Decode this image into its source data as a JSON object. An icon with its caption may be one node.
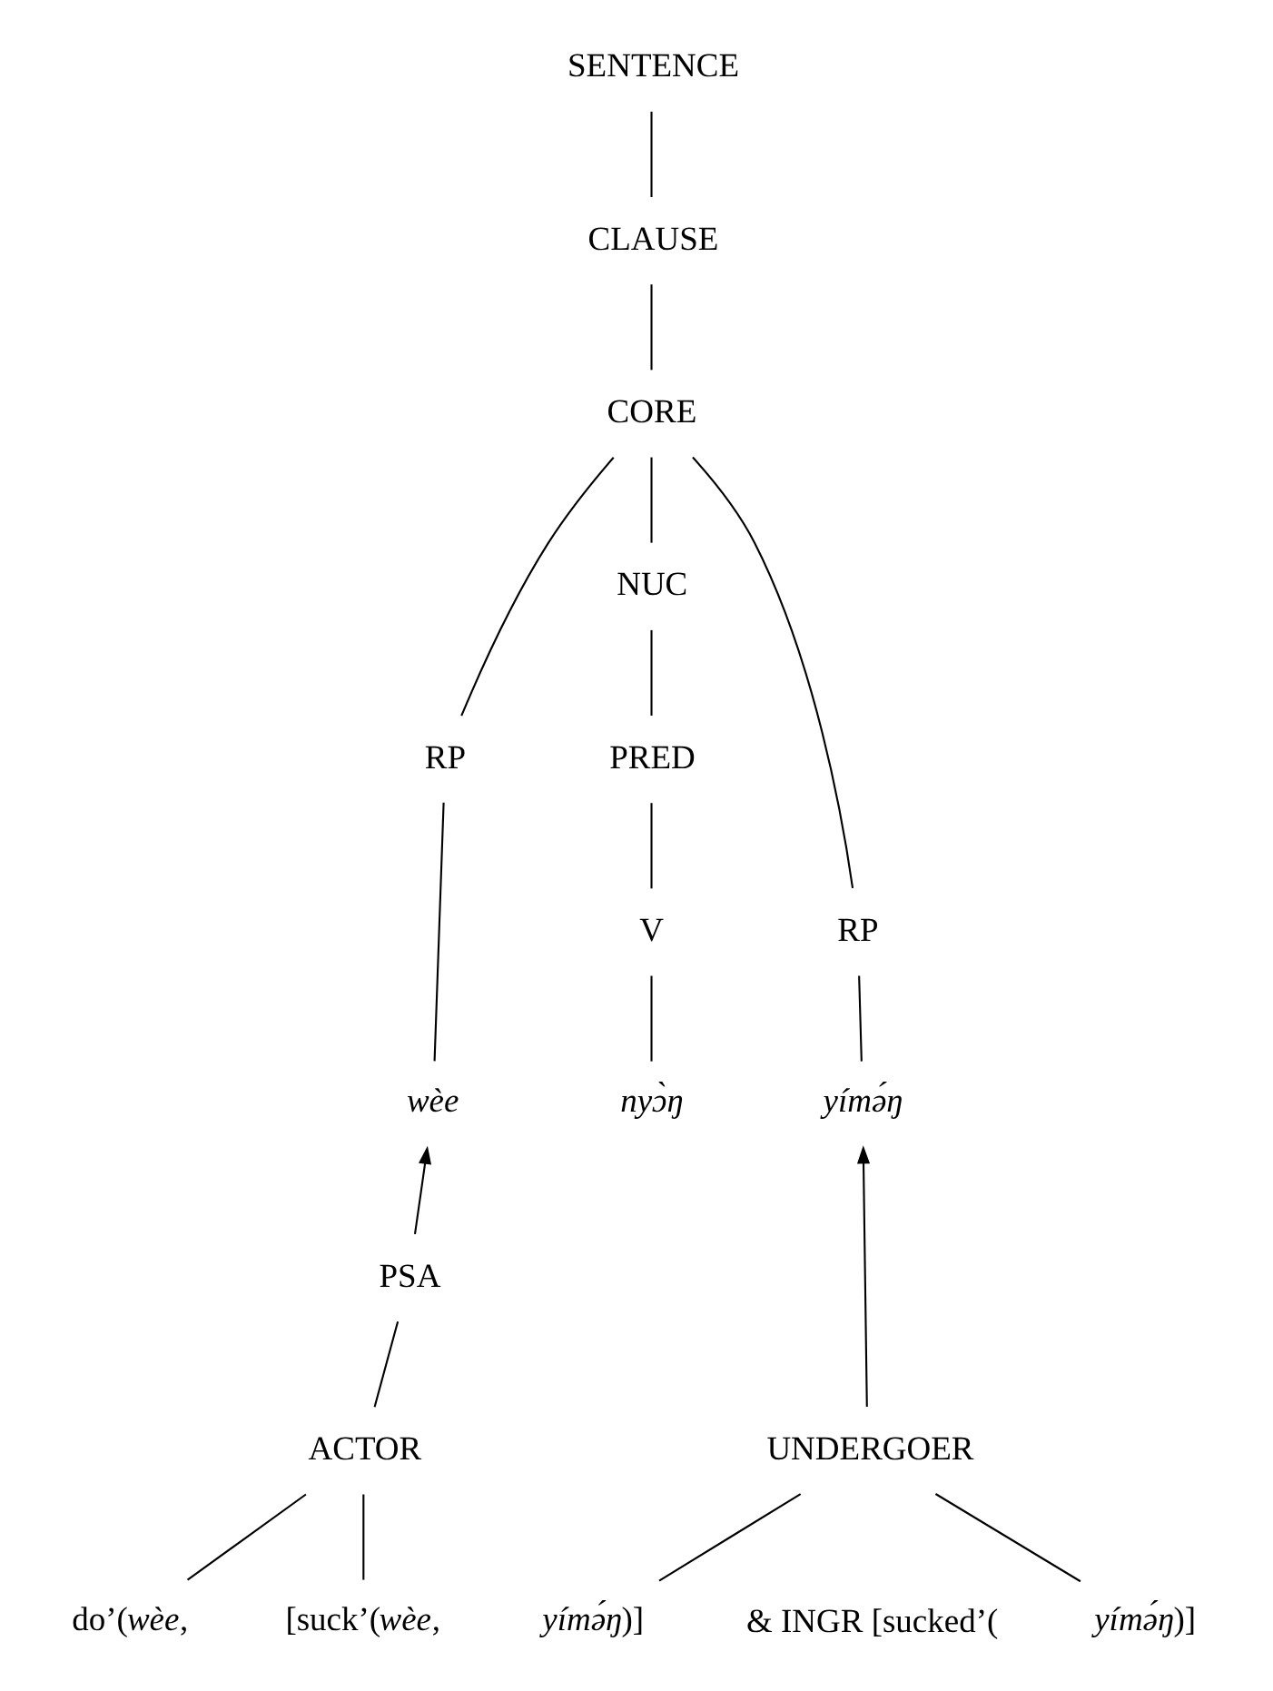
{
  "diagram": {
    "nodes": [
      {
        "text": [
          "SENTENCE"
        ]
      },
      {
        "text": [
          "CLAUSE"
        ]
      },
      {
        "text": [
          "CORE"
        ]
      },
      {
        "text": [
          "RP"
        ]
      },
      {
        "text": [
          "NUC"
        ]
      },
      {
        "text": [
          "RP"
        ]
      },
      {
        "text": [
          "PRED"
        ]
      },
      {
        "text": [
          "V"
        ]
      },
      {
        "text": [
          "wèe"
        ]
      },
      {
        "text": [
          "nyɔ̀ŋ"
        ]
      },
      {
        "text": [
          "yímə́ŋ"
        ]
      },
      {
        "text": [
          "PSA"
        ]
      },
      {
        "text": [
          "ACTOR"
        ]
      },
      {
        "text": [
          "UNDERGOER"
        ]
      },
      {
        "text": [
          "do’(*wèe*,"
        ]
      },
      {
        "text": [
          "[suck’(*wèe*,"
        ]
      },
      {
        "text": [
          "*yímə́ŋ*)]"
        ]
      },
      {
        "text": [
          "*yímə́ŋ*)]"
        ]
      }
    ],
    "edges": [
      {
        "from": 0,
        "to": 1,
        "arrow": "none"
      },
      {
        "from": 1,
        "to": 2,
        "arrow": "none"
      },
      {
        "from": 2,
        "to": 3,
        "arrow": "none"
      },
      {
        "from": 2,
        "to": 4,
        "arrow": "none"
      },
      {
        "from": 2,
        "to": 5,
        "arrow": "none"
      },
      {
        "from": 4,
        "to": 6,
        "arrow": "none"
      },
      {
        "from": 6,
        "to": 7,
        "arrow": "none"
      },
      {
        "from": 7,
        "to": 9,
        "arrow": "none"
      },
      {
        "from": 3,
        "to": 8,
        "arrow": "none"
      },
      {
        "from": 5,
        "to": 10,
        "arrow": "none"
      },
      {
        "from": 11,
        "to": 8,
        "arrow": "to"
      },
      {
        "from": 11,
        "to": 12,
        "arrow": "none"
      },
      {
        "from": 13,
        "to": 10,
        "arrow": "to"
      },
      {
        "from": 12,
        "to": 14,
        "arrow": "none"
      },
      {
        "from": 12,
        "to": 15,
        "arrow": "none"
      },
      {
        "from": 13,
        "to": 16,
        "arrow": "none"
      },
      {
        "from": 13,
        "to": 17,
        "arrow": "none"
      }
    ],
    "labels": [
      "& INGR [sucked’("
    ]
  }
}
